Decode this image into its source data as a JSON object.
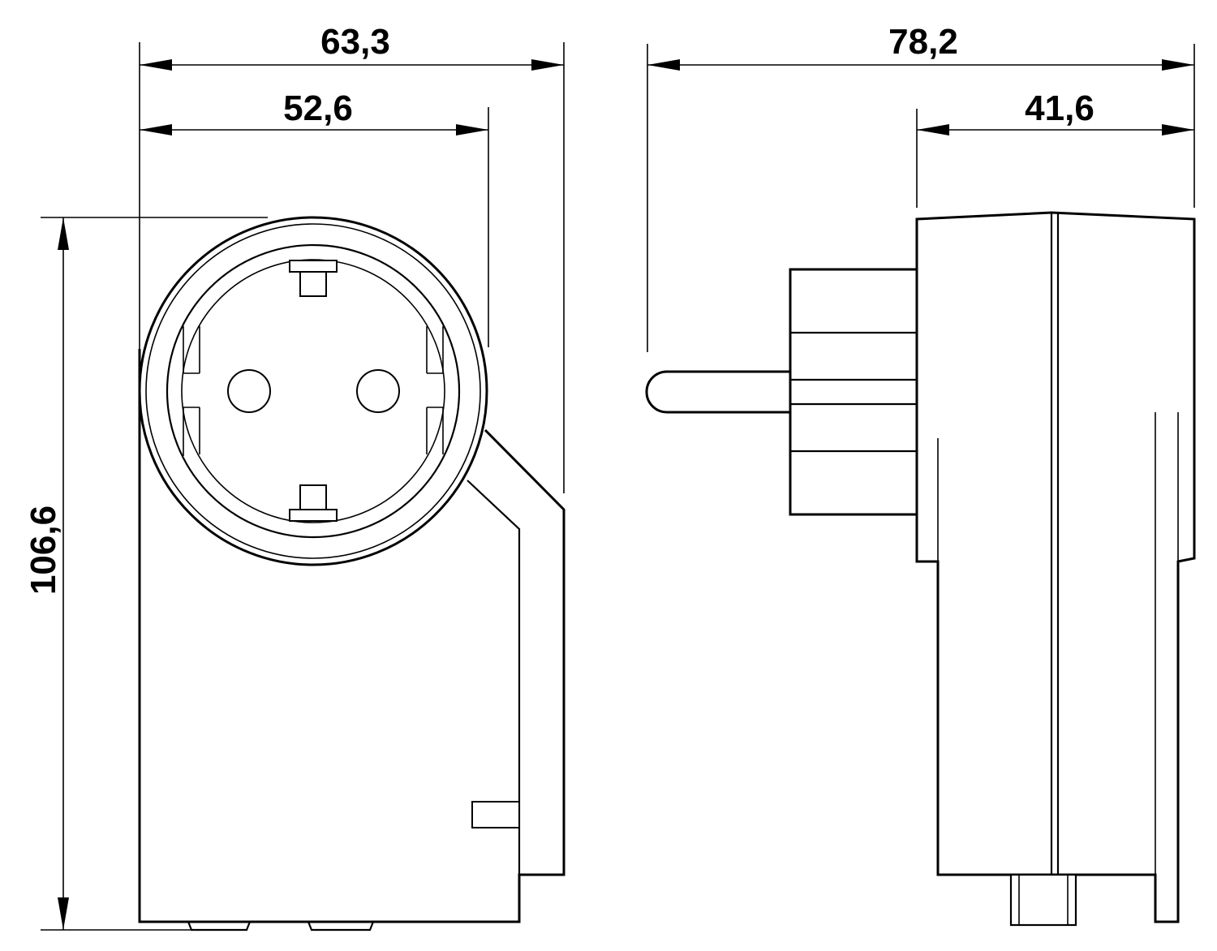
{
  "dimensions": {
    "front_overall_width": "63,3",
    "front_socket_width": "52,6",
    "height": "106,6",
    "side_overall_depth": "78,2",
    "side_body_depth": "41,6"
  },
  "colors": {
    "line": "#000000",
    "background": "#ffffff"
  }
}
